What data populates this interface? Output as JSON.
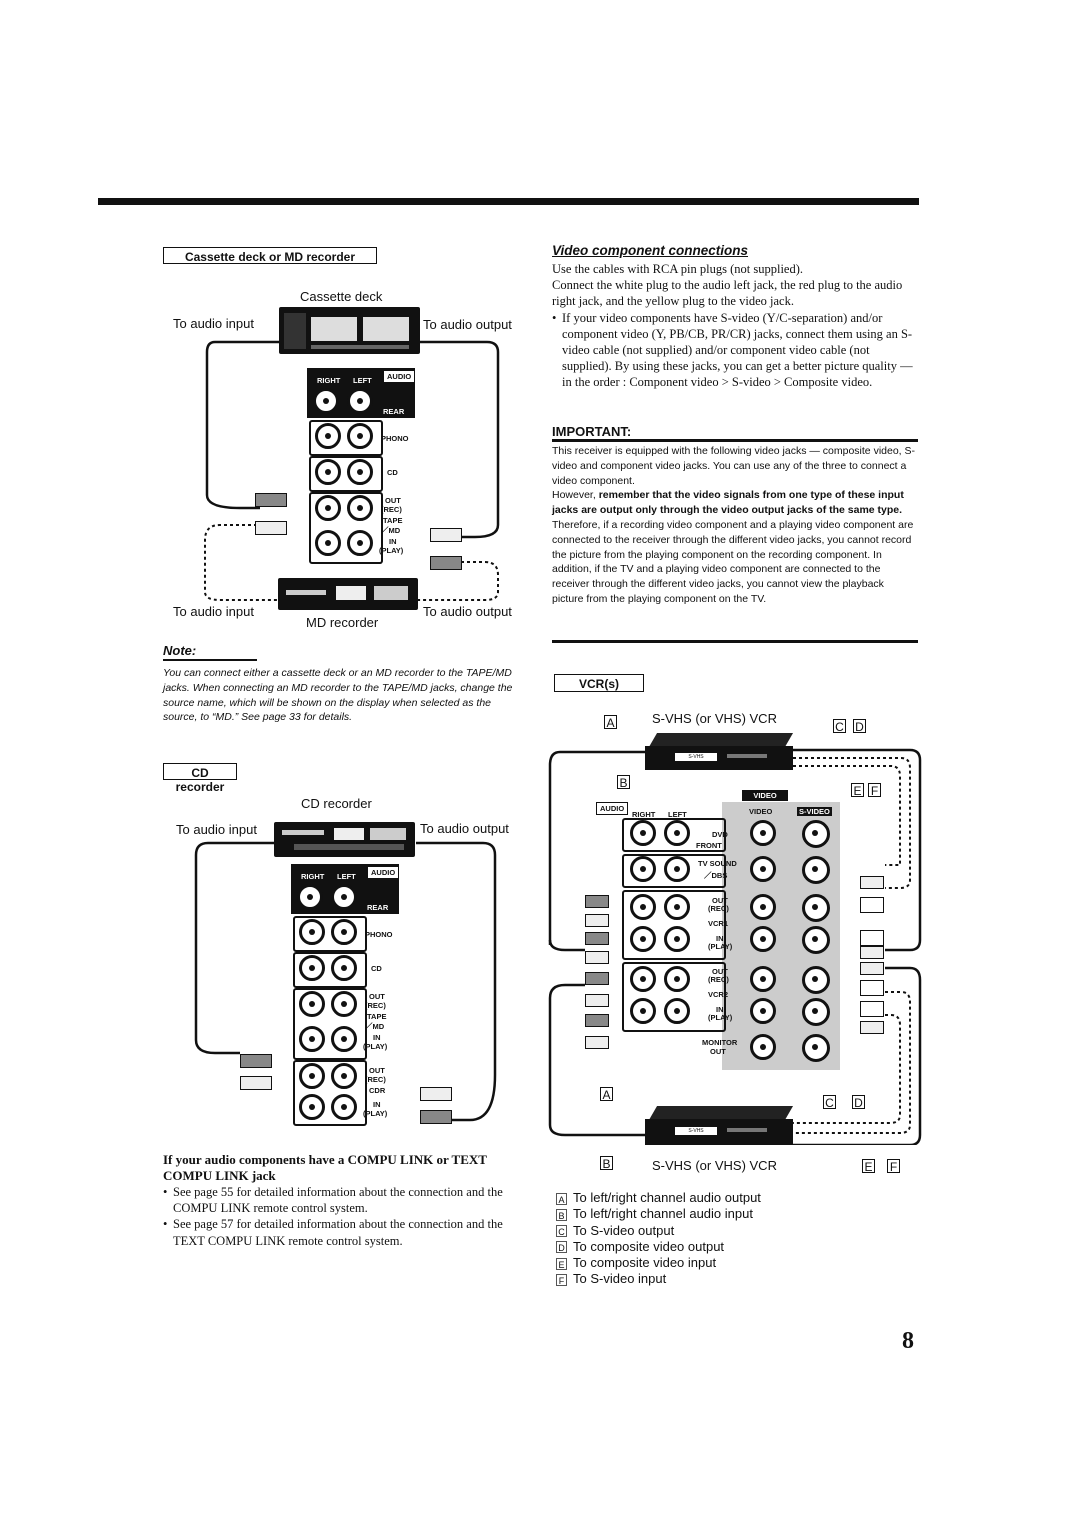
{
  "page": {
    "number": "8"
  },
  "cassette_section": {
    "heading": "Cassette deck or MD recorder",
    "cassette_label": "Cassette deck",
    "to_audio_input": "To audio input",
    "to_audio_output": "To audio output",
    "md_label": "MD recorder",
    "panel": {
      "right": "RIGHT",
      "left": "LEFT",
      "audio": "AUDIO",
      "rear": "REAR",
      "phono": "PHONO",
      "cd": "CD",
      "out": "OUT",
      "rec": "(REC)",
      "tape": "TAPE",
      "md": "／MD",
      "in": "IN",
      "play": "(PLAY)"
    }
  },
  "note": {
    "title": "Note:",
    "text": "You can connect either a cassette deck or an MD recorder to the TAPE/MD jacks. When connecting an MD recorder to the TAPE/MD jacks, change the source name, which will be shown on the display when selected as the source, to “MD.” See page 33 for details."
  },
  "cd_section": {
    "heading": "CD recorder",
    "device_label": "CD recorder",
    "to_audio_input": "To audio input",
    "to_audio_output": "To audio output",
    "panel": {
      "cdr": "CDR"
    }
  },
  "compu_link": {
    "heading": "If your audio components have a COMPU LINK or TEXT COMPU LINK jack",
    "bullets": [
      "See page 55 for detailed information about the connection and the COMPU LINK remote control system.",
      "See page 57 for detailed information about the connection and the TEXT COMPU LINK remote control system."
    ]
  },
  "video_section": {
    "title": "Video component connections",
    "p1": "Use the cables with RCA pin plugs (not supplied).",
    "p2": "Connect the white plug to the audio left jack, the red plug to the audio right jack, and the yellow plug to the video jack.",
    "bullet": "If your video components have S-video (Y/C-separation) and/or component video (Y, PB/CB, PR/CR) jacks, connect them using an S-video cable (not supplied) and/or component video cable (not supplied). By using these jacks, you can get a better picture quality — in the order : Component video > S-video > Composite video."
  },
  "important": {
    "title": "IMPORTANT:",
    "p1": "This receiver is equipped with the following video jacks — composite video, S-video and component video jacks. You can use any of the three to connect a video component.",
    "p2_plain": "However, ",
    "p2_bold": "remember that the video signals from one type of these input jacks are output only through the video output jacks of the same type.",
    "p3": "Therefore, if a recording video component and a playing video component are connected to the receiver through the different video jacks, you cannot record the picture from the playing component on the recording component. In addition, if the TV and a playing video component are connected to the receiver through the different video jacks, you cannot view the playback picture from the playing component on the TV."
  },
  "vcr_section": {
    "heading": "VCR(s)",
    "top_vcr_label": "S-VHS (or VHS) VCR",
    "bottom_vcr_label": "S-VHS (or VHS) VCR",
    "letters": {
      "a": "A",
      "b": "B",
      "c": "C",
      "d": "D",
      "e": "E",
      "f": "F"
    },
    "panel": {
      "audio": "AUDIO",
      "right": "RIGHT",
      "left": "LEFT",
      "video": "VIDEO",
      "video2": "VIDEO",
      "svideo": "S-VIDEO",
      "dvd": "DVD",
      "front": "FRONT",
      "tvsound": "TV SOUND",
      "dbs": "／DBS",
      "out": "OUT",
      "rec": "(REC)",
      "vcr1": "VCR1",
      "in": "IN",
      "play": "(PLAY)",
      "vcr2": "VCR2",
      "monitor": "MONITOR",
      "mout": "OUT",
      "svhs": "S-VHS"
    }
  },
  "legend": [
    {
      "key": "A",
      "text": "To left/right channel audio output"
    },
    {
      "key": "B",
      "text": "To left/right channel audio input"
    },
    {
      "key": "C",
      "text": "To S-video output"
    },
    {
      "key": "D",
      "text": "To composite video output"
    },
    {
      "key": "E",
      "text": "To composite video input"
    },
    {
      "key": "F",
      "text": "To S-video input"
    }
  ]
}
